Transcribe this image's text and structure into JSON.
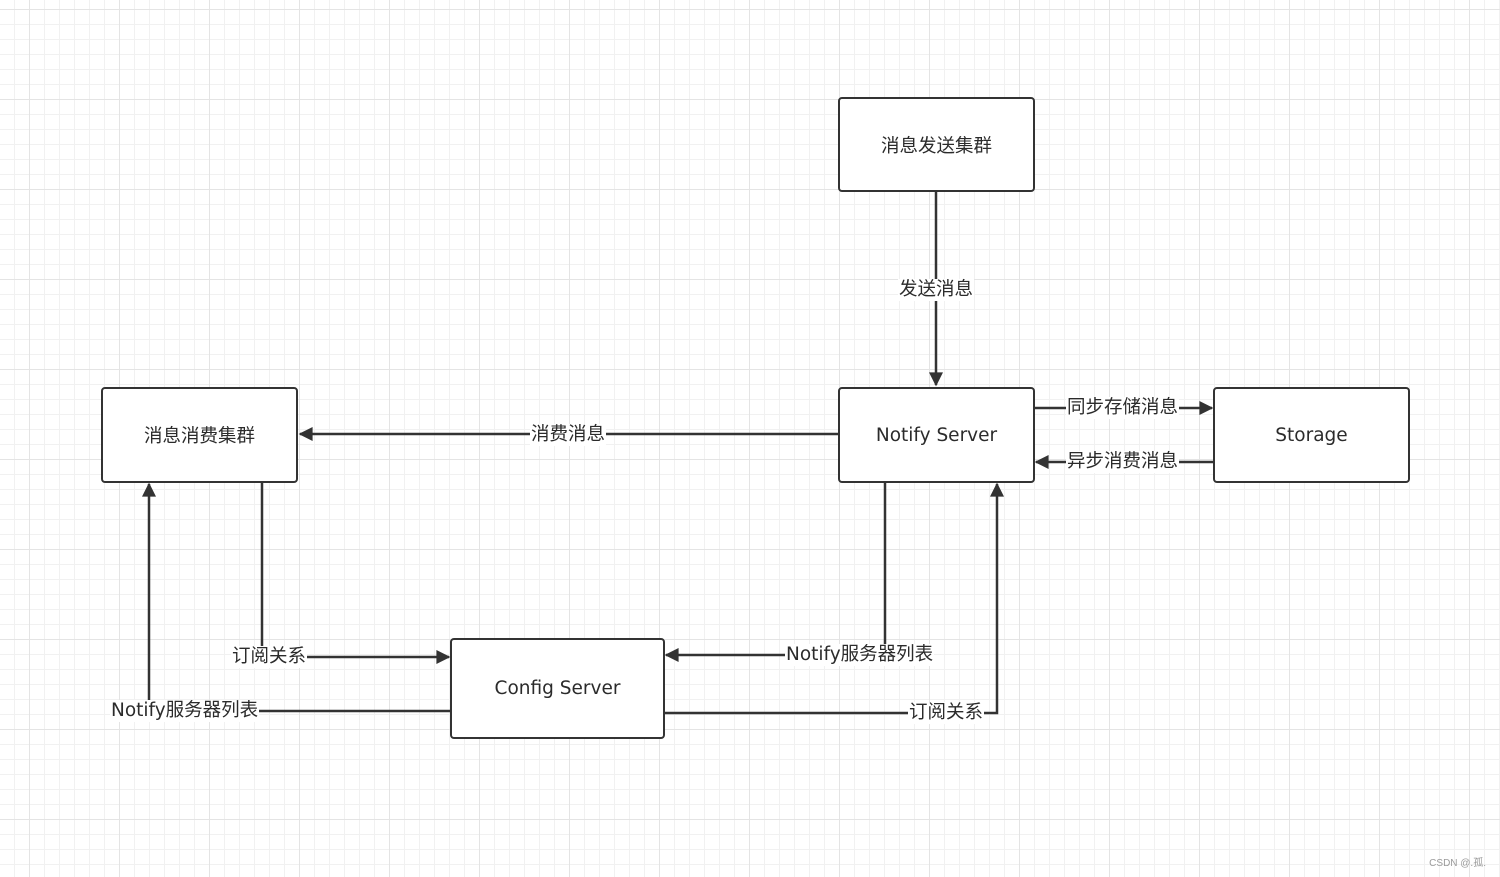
{
  "nodes": {
    "sender_cluster": "消息发送集群",
    "notify_server": "Notify Server",
    "storage": "Storage",
    "consumer_cluster": "消息消费集群",
    "config_server": "Config Server"
  },
  "edges": {
    "send_message": "发送消息",
    "consume_message": "消费消息",
    "sync_store": "同步存储消息",
    "async_consume": "异步消费消息",
    "subscribe_left": "订阅关系",
    "server_list_left": "Notify服务器列表",
    "server_list_right": "Notify服务器列表",
    "subscribe_right": "订阅关系"
  },
  "watermark": "CSDN @.孤."
}
